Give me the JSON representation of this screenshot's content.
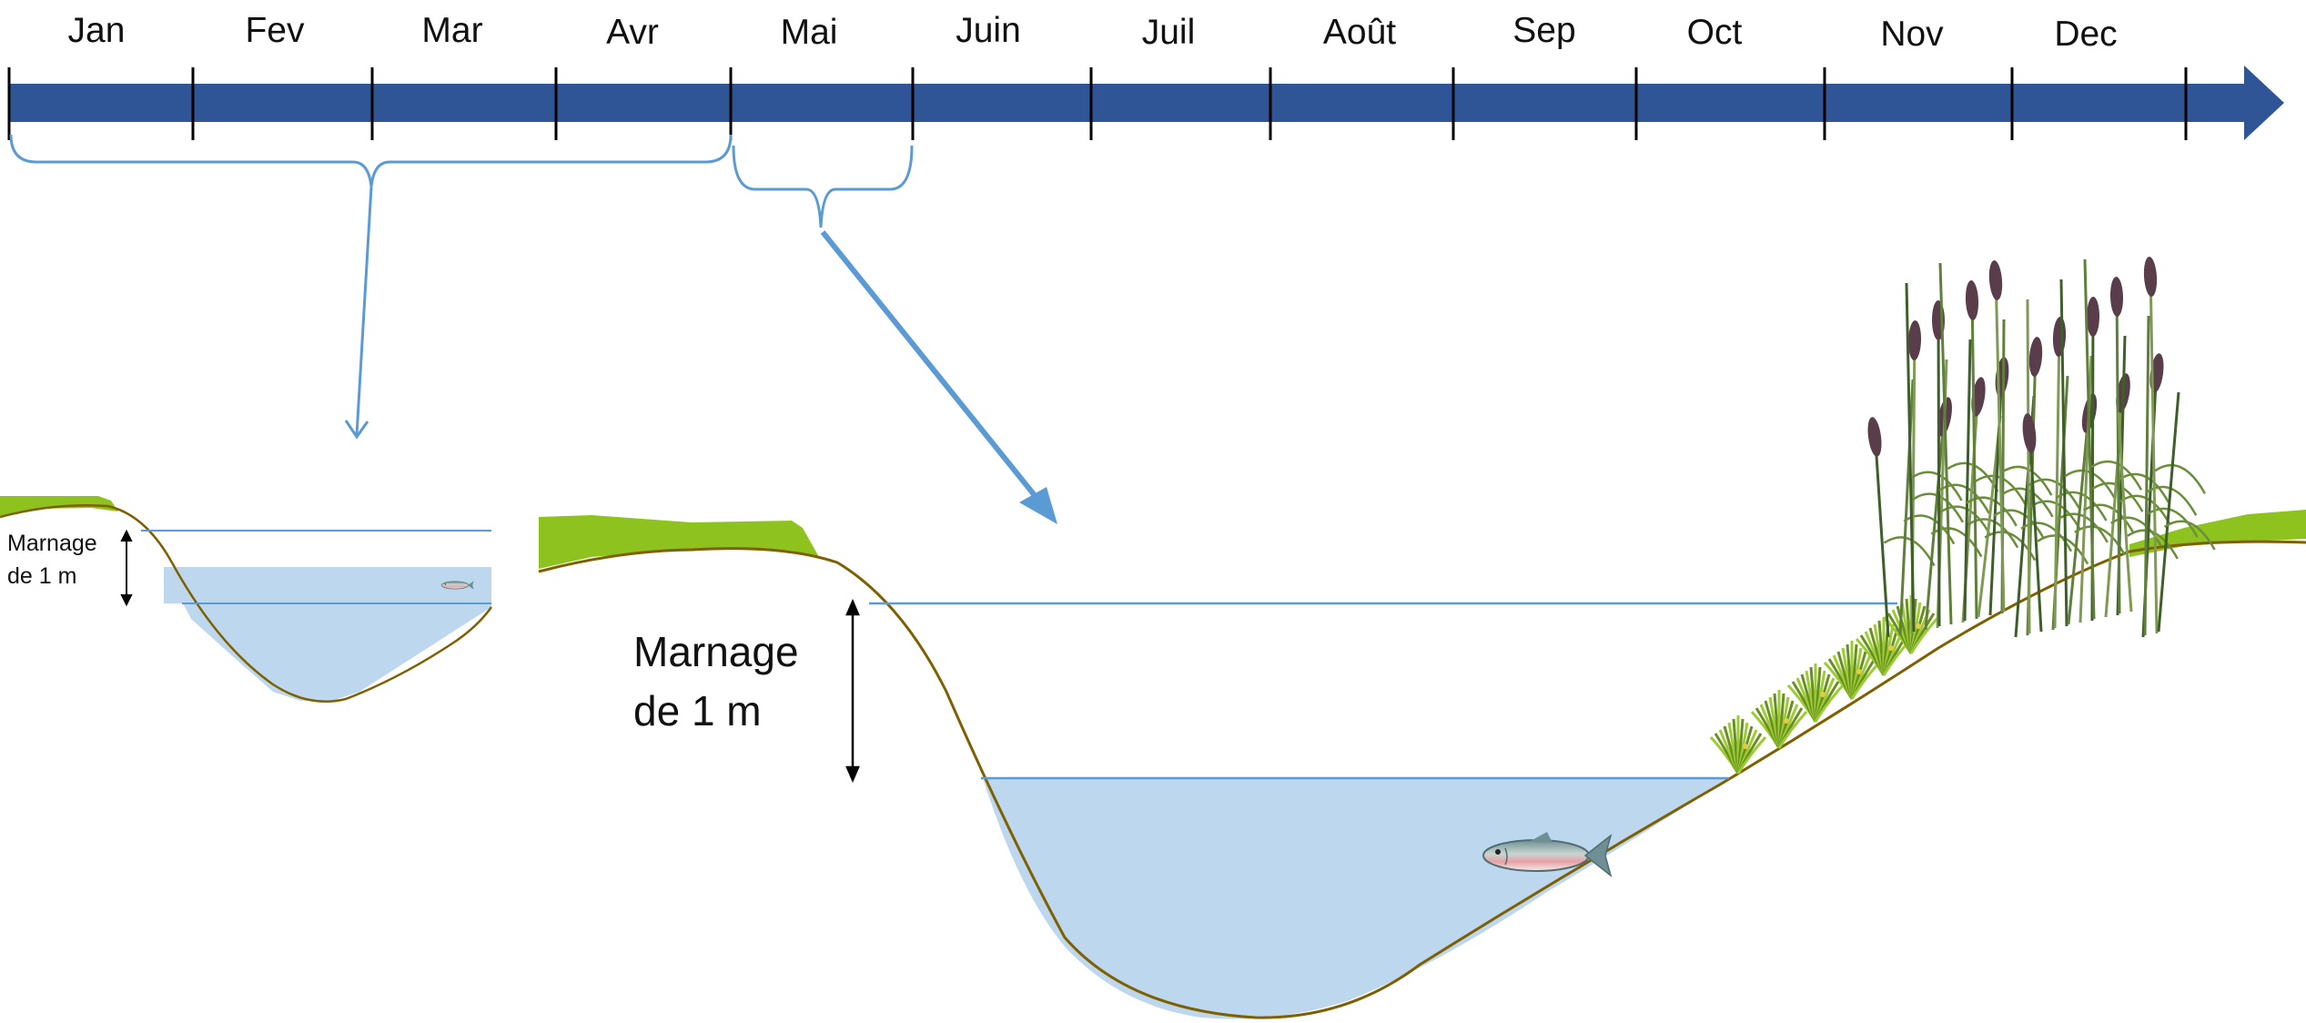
{
  "timeline": {
    "months": [
      "Jan",
      "Fev",
      "Mar",
      "Avr",
      "Mai",
      "Juin",
      "Juil",
      "Août",
      "Sep",
      "Oct",
      "Nov",
      "Dec"
    ],
    "arrow_color": "#2f5597"
  },
  "brackets": {
    "winter_span": [
      "Jan",
      "Avr"
    ],
    "summer_span": [
      "Mai",
      "Mai"
    ],
    "color": "#5b9bd5"
  },
  "winter_panel": {
    "marnage_line1": "Marnage",
    "marnage_line2": "de 1 m"
  },
  "summer_panel": {
    "marnage_line1": "Marnage",
    "marnage_line2": "de 1 m"
  },
  "colors": {
    "water": "#bdd7ee",
    "water_line": "#5b9bd5",
    "ground_line": "#7f6000",
    "grass": "#8dc21f",
    "fish": "fish-icon",
    "reeds": "reed-plant-icon"
  }
}
